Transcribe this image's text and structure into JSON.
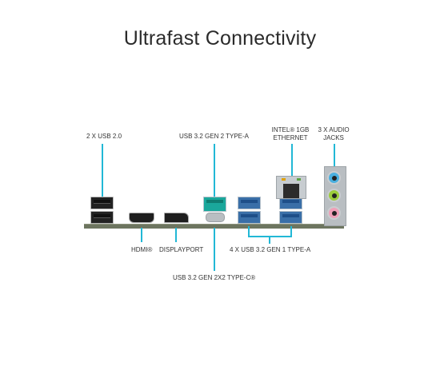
{
  "title": "Ultrafast Connectivity",
  "labels": {
    "usb20": "2 X USB 2.0",
    "usb32_gen2": "USB 3.2 GEN 2 TYPE-A",
    "ethernet_line1": "INTEL® 1GB",
    "ethernet_line2": "ETHERNET",
    "audio_line1": "3 X AUDIO",
    "audio_line2": "JACKS",
    "hdmi": "HDMI®",
    "displayport": "DISPLAYPORT",
    "usb32_gen1": "4 X USB 3.2 GEN 1 TYPE-A",
    "usbc": "USB 3.2 GEN 2X2 TYPE-C®"
  },
  "colors": {
    "callout": "#22b8d6",
    "usb3_blue": "#3a6fa8",
    "usb_teal": "#1aa79b",
    "audio_blue": "#4ab0e0",
    "audio_green": "#9ccc3c",
    "audio_pink": "#f0a0b8"
  },
  "icons": [
    "usb2-port-icon",
    "hdmi-port-icon",
    "displayport-port-icon",
    "usb-teal-port-icon",
    "usbc-port-icon",
    "usb3-port-icon",
    "ethernet-port-icon",
    "audio-jack-icon"
  ]
}
